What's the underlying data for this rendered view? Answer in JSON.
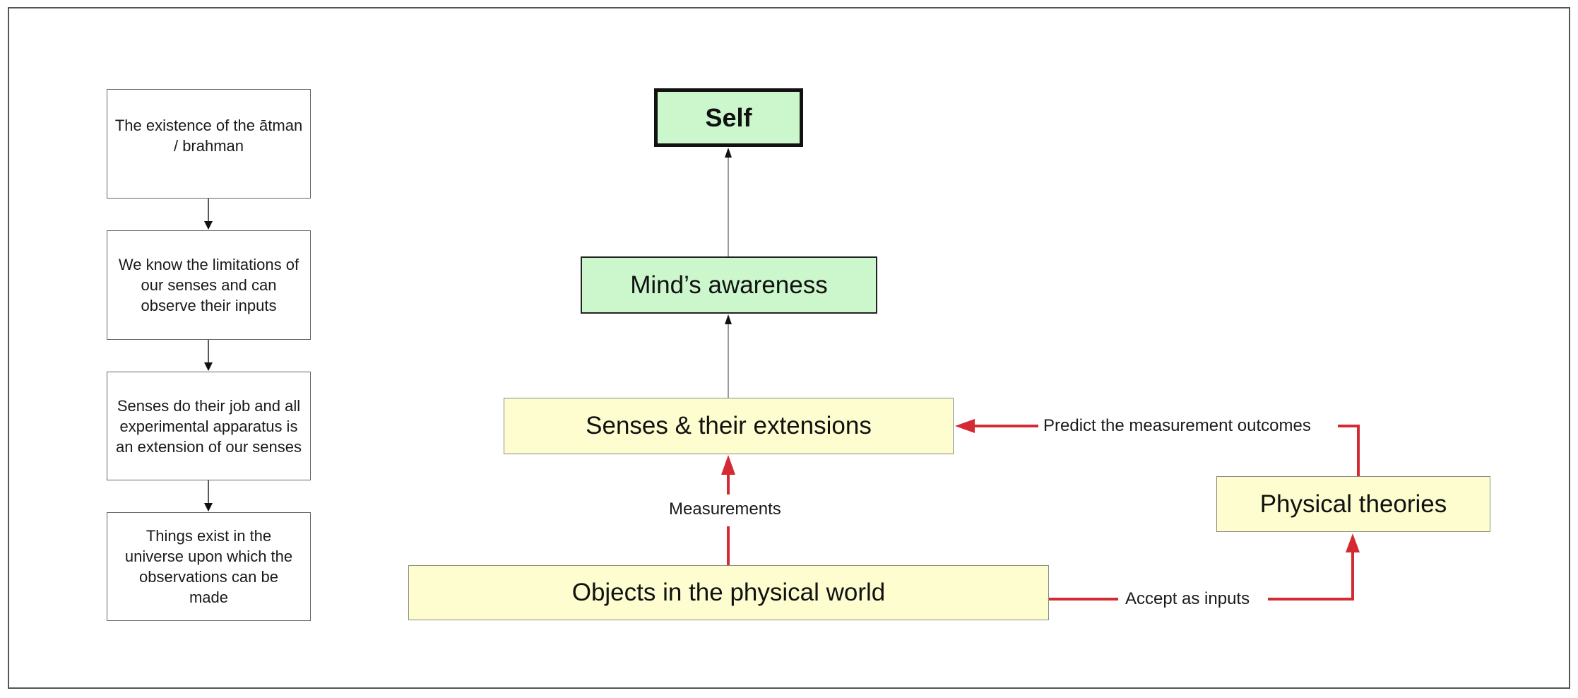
{
  "left_chain": {
    "boxes": [
      "The existence of the ātman / brahman",
      "We know the limitations of our senses and can observe their inputs",
      "Senses do their job and all experimental apparatus is an extension of our senses",
      "Things exist in the universe upon which the observations can be made"
    ]
  },
  "main": {
    "self": "Self",
    "mind": "Mind’s awareness",
    "senses": "Senses & their extensions",
    "objects": "Objects in the physical world",
    "theories": "Physical theories"
  },
  "edges": {
    "measurements": "Measurements",
    "predict": "Predict the measurement outcomes",
    "accept": "Accept as inputs"
  },
  "colors": {
    "green_fill": "#ccf7cc",
    "yellow_fill": "#fdfdcf",
    "red_arrow": "#d42a33",
    "grey_arrow": "#9a9a9a"
  }
}
